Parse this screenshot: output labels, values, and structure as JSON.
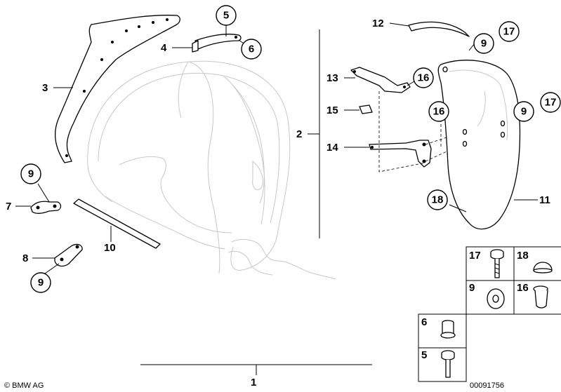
{
  "callouts": {
    "c1": "1",
    "c2": "2",
    "c3": "3",
    "c4": "4",
    "c5": "5",
    "c6": "6",
    "c7": "7",
    "c8": "8",
    "c9a": "9",
    "c9b": "9",
    "c9c": "9",
    "c9d": "9",
    "c10": "10",
    "c11": "11",
    "c12": "12",
    "c13": "13",
    "c14": "14",
    "c15": "15",
    "c16a": "16",
    "c16b": "16",
    "c17a": "17",
    "c17b": "17",
    "c18": "18"
  },
  "legend": {
    "cells": [
      "17",
      "18",
      "9",
      "16",
      "6",
      "5"
    ]
  },
  "copyright": "© BMW AG",
  "drawing_number": "00091756"
}
